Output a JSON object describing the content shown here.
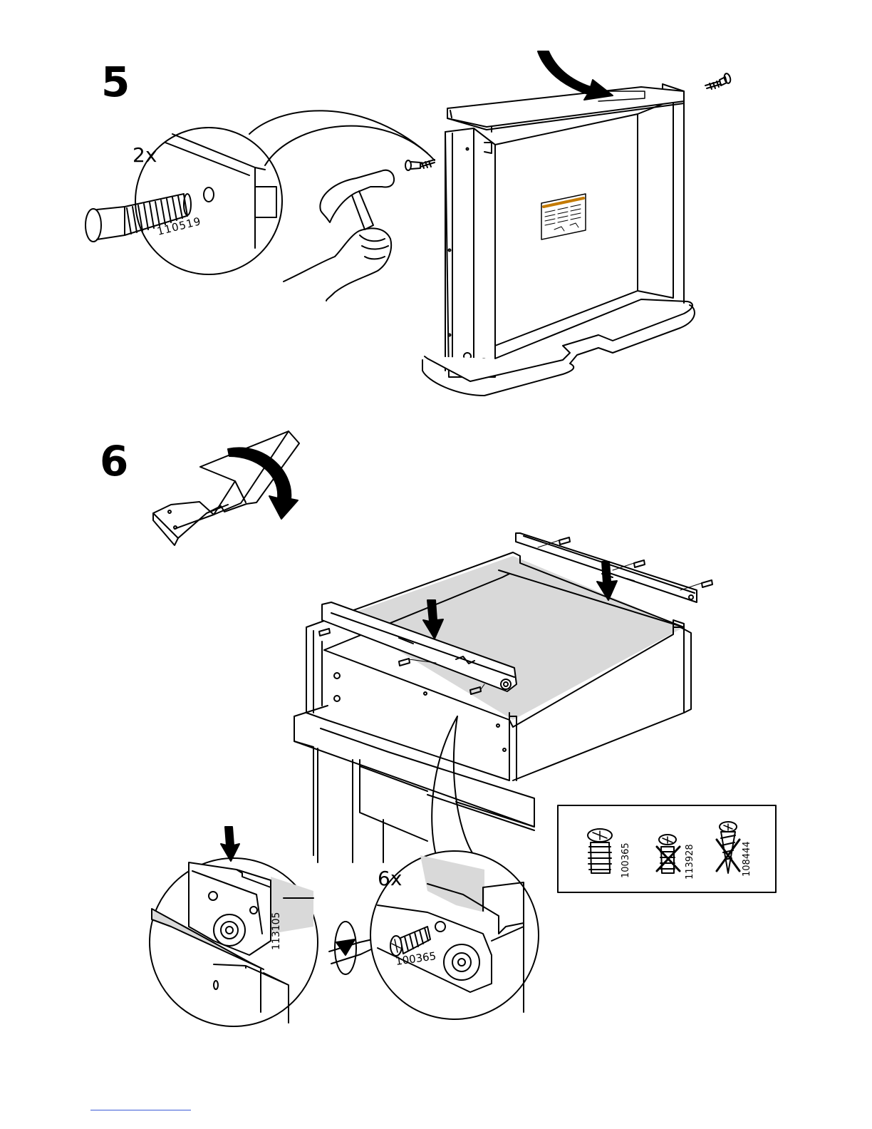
{
  "steps": [
    {
      "number": "5"
    },
    {
      "number": "6"
    }
  ],
  "step5": {
    "quantity": "2x",
    "part_number": "110519"
  },
  "step6": {
    "quantity": "6x",
    "detail_left_part": "113105",
    "detail_right_part": "100365",
    "screw_legend": [
      {
        "part": "100365",
        "allowed": true
      },
      {
        "part": "113928",
        "allowed": false
      },
      {
        "part": "108444",
        "allowed": false
      }
    ]
  },
  "colors": {
    "line": "#000000",
    "panel_fill": "#d9d9d9",
    "footer_rule": "#3b5bd6"
  },
  "icons": [
    "hammer-icon",
    "screwdriver-icon",
    "rotate-arrow-icon",
    "down-arrow-icon",
    "screw-icon",
    "wooden-dowel-icon"
  ]
}
